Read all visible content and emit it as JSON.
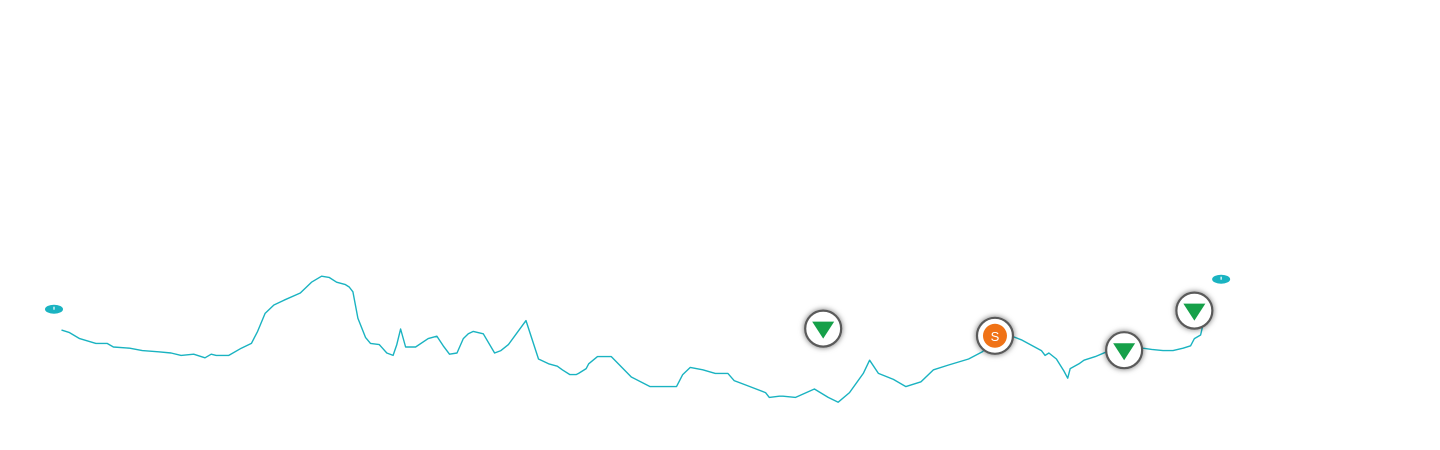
{
  "chart_data": {
    "type": "line",
    "title": "",
    "xlabel": "",
    "ylabel": "",
    "grid": false,
    "legend": "none",
    "xlim": [
      0,
      1000
    ],
    "ylim": [
      0,
      180
    ],
    "series": [
      {
        "color": "#1ab3c1",
        "x": [
          0,
          6,
          14,
          27,
          36,
          41,
          54,
          64,
          77,
          87,
          95,
          105,
          114,
          119,
          123,
          128,
          133,
          143,
          151,
          156,
          162,
          169,
          177,
          190,
          199,
          207,
          213,
          219,
          226,
          229,
          232,
          236,
          242,
          246,
          253,
          259,
          264,
          267,
          270,
          274,
          282,
          292,
          299,
          304,
          309,
          315,
          320,
          324,
          328,
          336,
          345,
          350,
          356,
          363,
          370,
          380,
          388,
          395,
          399,
          405,
          410,
          412,
          418,
          420,
          427,
          438,
          454,
          469,
          480,
          490,
          495,
          501,
          511,
          521,
          531,
          536,
          546,
          561,
          564,
          572,
          575,
          585,
          600,
          611,
          619,
          628,
          639,
          644,
          651,
          663,
          673,
          685,
          695,
          707,
          723,
          734,
          739,
          753,
          755,
          765,
          781,
          784,
          787,
          793,
          799,
          802,
          804,
          811,
          815,
          824,
          833,
          839,
          854,
          862,
          869,
          878,
          886,
          894,
          900,
          903,
          908,
          910
        ],
        "y": [
          29,
          27,
          22,
          18,
          18,
          15,
          14,
          12,
          11,
          10,
          8,
          9,
          6,
          9,
          8,
          8,
          8,
          14,
          18,
          28,
          43,
          50,
          54,
          60,
          69,
          74,
          73,
          69,
          67,
          65,
          61,
          39,
          23,
          18,
          17,
          10,
          8,
          17,
          30,
          15,
          15,
          22,
          24,
          16,
          9,
          10,
          22,
          26,
          28,
          26,
          10,
          12,
          17,
          27,
          37,
          5,
          1,
          -1,
          -4,
          -8,
          -8,
          -7,
          -3,
          1,
          7,
          7,
          -10,
          -18,
          -18,
          -18,
          -8,
          -2,
          -4,
          -7,
          -7,
          -13,
          -17,
          -23,
          -27,
          -26,
          -26,
          -27,
          -20,
          -27,
          -31,
          -23,
          -7,
          4,
          -7,
          -12,
          -18,
          -14,
          -4,
          0,
          5,
          11,
          16,
          21,
          25,
          21,
          12,
          8,
          10,
          5,
          -5,
          -11,
          -3,
          1,
          4,
          7,
          11,
          12,
          12,
          14,
          13,
          12,
          12,
          14,
          16,
          22,
          25,
          34
        ]
      }
    ],
    "point_markers": [
      {
        "kind": "start",
        "x": 0,
        "y": 29,
        "color": "#1ab3c1"
      },
      {
        "kind": "end",
        "x": 910,
        "y": 34,
        "color": "#1ab3c1"
      }
    ],
    "waypoints": [
      {
        "type": "down-triangle",
        "x": 607,
        "y": 7,
        "color": "#12a04a"
      },
      {
        "type": "letter",
        "label": "S",
        "x": 744,
        "y": 1,
        "color": "#f07214"
      },
      {
        "type": "down-triangle",
        "x": 847,
        "y": -11,
        "color": "#12a04a"
      },
      {
        "type": "down-triangle",
        "x": 903,
        "y": 22,
        "color": "#12a04a"
      }
    ]
  }
}
